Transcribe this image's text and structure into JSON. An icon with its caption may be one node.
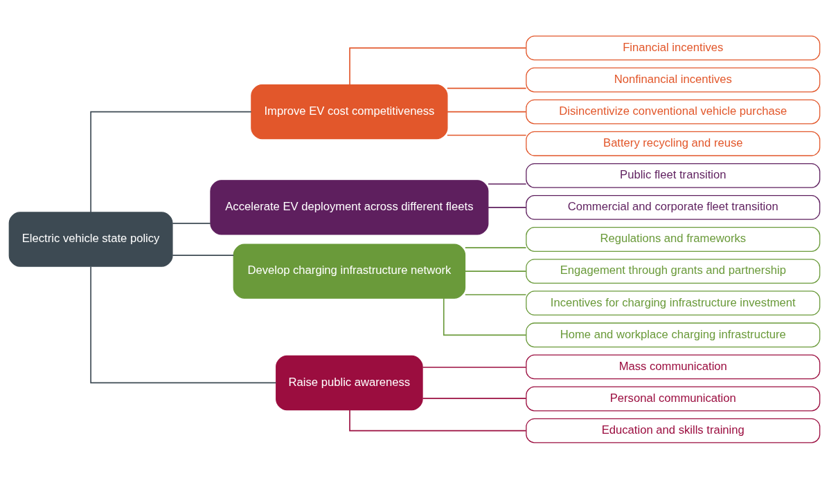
{
  "diagram": {
    "nodes": [
      {
        "text": [
          "Electric vehicle state policy"
        ]
      },
      {
        "text": [
          "Improve EV cost competitiveness"
        ]
      },
      {
        "text": [
          "Financial incentives"
        ]
      },
      {
        "text": [
          "Nonfinancial incentives"
        ]
      },
      {
        "text": [
          "Disincentivize conventional vehicle purchase"
        ]
      },
      {
        "text": [
          "Battery recycling and reuse"
        ]
      },
      {
        "text": [
          "Accelerate EV deployment across different fleets"
        ]
      },
      {
        "text": [
          "Public fleet transition"
        ]
      },
      {
        "text": [
          "Commercial and corporate fleet transition"
        ]
      },
      {
        "text": [
          "Develop charging infrastructure network"
        ]
      },
      {
        "text": [
          "Regulations and frameworks"
        ]
      },
      {
        "text": [
          "Engagement through grants and partnership"
        ]
      },
      {
        "text": [
          "Incentives for charging infrastructure investment"
        ]
      },
      {
        "text": [
          "Home and workplace charging infrastructure"
        ]
      },
      {
        "text": [
          "Raise public awareness"
        ]
      },
      {
        "text": [
          "Mass communication"
        ]
      },
      {
        "text": [
          "Personal communication"
        ]
      },
      {
        "text": [
          "Education and skills training"
        ]
      }
    ],
    "edges": [
      {
        "from": 0,
        "to": 1,
        "arrow": "none",
        "color": "#3d4a53"
      },
      {
        "from": 0,
        "to": 6,
        "arrow": "none",
        "color": "#3d4a53"
      },
      {
        "from": 0,
        "to": 9,
        "arrow": "none",
        "color": "#3d4a53"
      },
      {
        "from": 0,
        "to": 14,
        "arrow": "none",
        "color": "#3d4a53"
      },
      {
        "from": 1,
        "to": 2,
        "arrow": "none",
        "color": "#e2572b"
      },
      {
        "from": 1,
        "to": 3,
        "arrow": "none",
        "color": "#e2572b"
      },
      {
        "from": 1,
        "to": 4,
        "arrow": "none",
        "color": "#e2572b"
      },
      {
        "from": 1,
        "to": 5,
        "arrow": "none",
        "color": "#e2572b"
      },
      {
        "from": 6,
        "to": 7,
        "arrow": "none",
        "color": "#5e1f5e"
      },
      {
        "from": 6,
        "to": 8,
        "arrow": "none",
        "color": "#5e1f5e"
      },
      {
        "from": 9,
        "to": 10,
        "arrow": "none",
        "color": "#6a9a3a"
      },
      {
        "from": 9,
        "to": 11,
        "arrow": "none",
        "color": "#6a9a3a"
      },
      {
        "from": 9,
        "to": 12,
        "arrow": "none",
        "color": "#6a9a3a"
      },
      {
        "from": 9,
        "to": 13,
        "arrow": "none",
        "color": "#6a9a3a"
      },
      {
        "from": 14,
        "to": 15,
        "arrow": "none",
        "color": "#9b0d3f"
      },
      {
        "from": 14,
        "to": 16,
        "arrow": "none",
        "color": "#9b0d3f"
      },
      {
        "from": 14,
        "to": 17,
        "arrow": "none",
        "color": "#9b0d3f"
      }
    ]
  }
}
